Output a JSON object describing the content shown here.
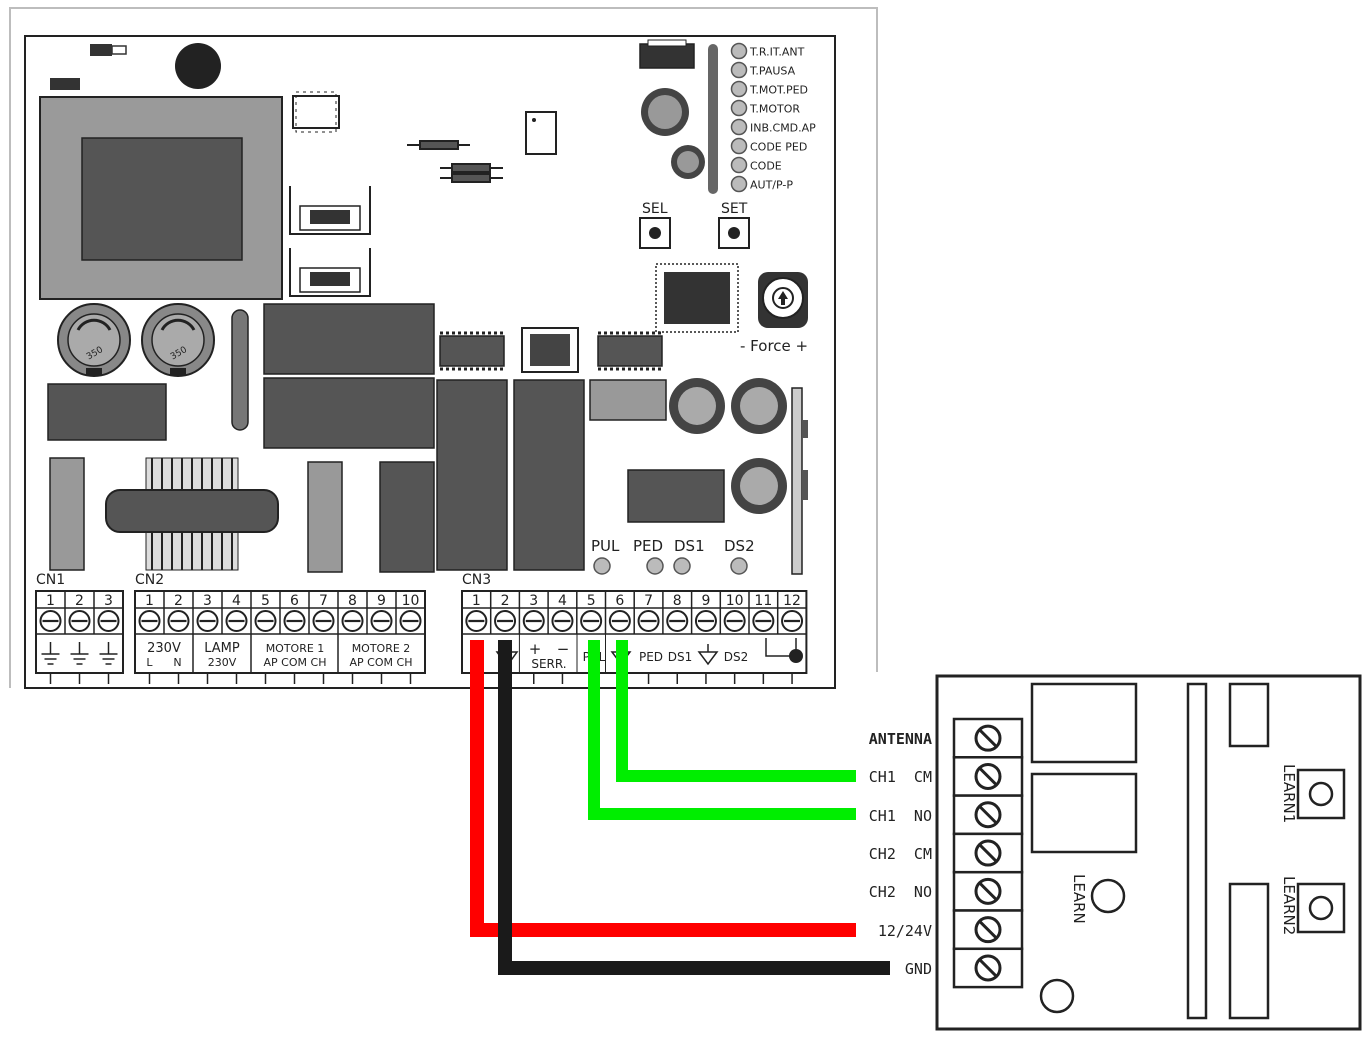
{
  "board": {
    "led_labels": [
      "T.R.IT.ANT",
      "T.PAUSA",
      "T.MOT.PED",
      "T.MOTOR",
      "INB.CMD.AP",
      "CODE PED",
      "CODE",
      "AUT/P-P"
    ],
    "sel_label": "SEL",
    "set_label": "SET",
    "force_label": "- Force +",
    "trimmer_text": "350",
    "input_leds": [
      "PUL",
      "PED",
      "DS1",
      "DS2"
    ],
    "cn1": {
      "name": "CN1",
      "pins": [
        "1",
        "2",
        "3"
      ]
    },
    "cn2": {
      "name": "CN2",
      "pins": [
        "1",
        "2",
        "3",
        "4",
        "5",
        "6",
        "7",
        "8",
        "9",
        "10"
      ],
      "group_230v": "230V",
      "group_230v_sub": "L      N",
      "group_lamp": "LAMP",
      "group_lamp_sub": "230V",
      "group_mot1": "MOTORE 1",
      "group_mot2": "MOTORE 2",
      "group_mot_sub": "AP COM CH"
    },
    "cn3": {
      "name": "CN3",
      "pins": [
        "1",
        "2",
        "3",
        "4",
        "5",
        "6",
        "7",
        "8",
        "9",
        "10",
        "11",
        "12"
      ],
      "plus": "+",
      "minus": "−",
      "serr": "SERR.",
      "pul": "PUL",
      "ped": "PED",
      "ds1": "DS1",
      "ds2": "DS2"
    }
  },
  "receiver": {
    "terminal_labels": [
      "ANTENNA",
      "CH1  CM",
      "CH1  NO",
      "CH2  CM",
      "CH2  NO",
      "12/24V",
      "GND"
    ],
    "learn": "LEARN",
    "learn1": "LEARN1",
    "learn2": "LEARN2"
  },
  "wires": [
    {
      "from": "CN3 pin 1",
      "to": "12/24V",
      "color": "#ff0000"
    },
    {
      "from": "CN3 pin 2",
      "to": "GND",
      "color": "#1a1a1a"
    },
    {
      "from": "CN3 pin 5",
      "to": "CH1  NO",
      "color": "#00ee00"
    },
    {
      "from": "CN3 pin 6",
      "to": "CH1  CM",
      "color": "#00ee00"
    }
  ]
}
